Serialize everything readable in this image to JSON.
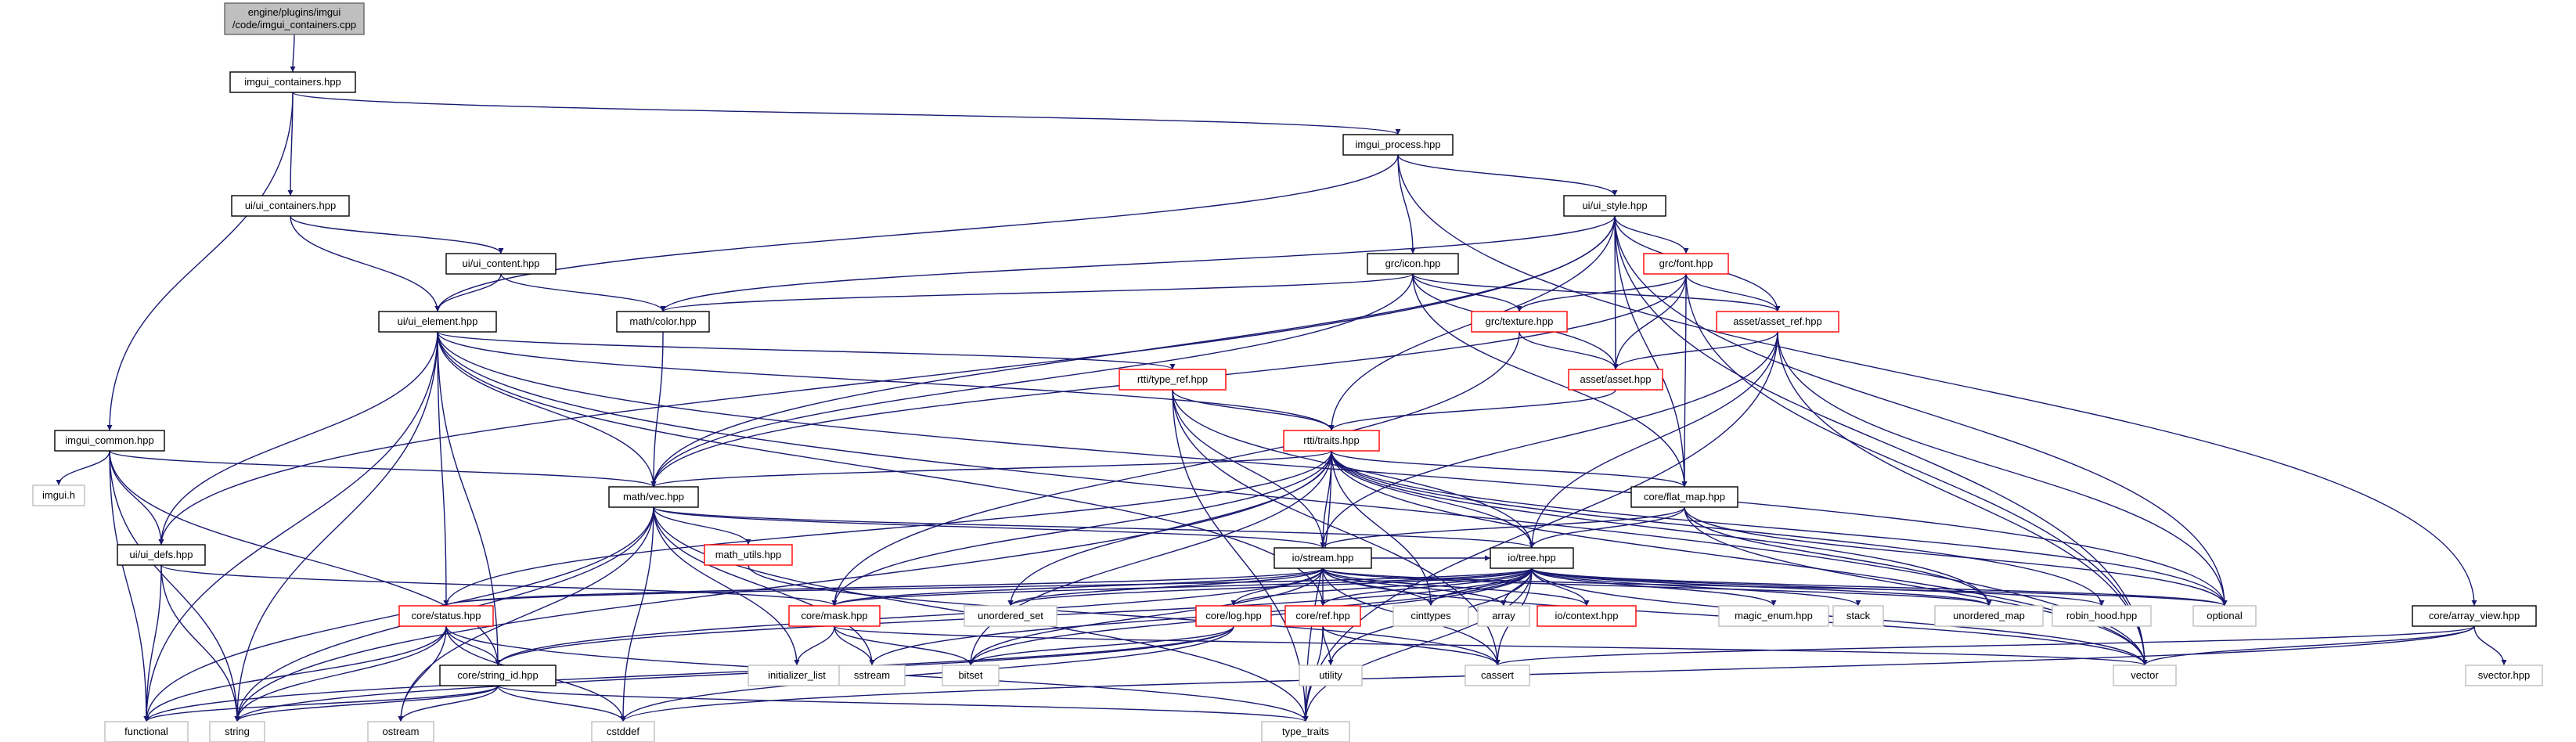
{
  "graph": {
    "nodes": [
      {
        "id": "root",
        "lines": [
          "engine/plugins/imgui",
          "/code/imgui_containers.cpp"
        ],
        "style": "root"
      },
      {
        "id": "imgui_containers",
        "lines": [
          "imgui_containers.hpp"
        ],
        "style": "normal"
      },
      {
        "id": "imgui_process",
        "lines": [
          "imgui_process.hpp"
        ],
        "style": "normal"
      },
      {
        "id": "ui_containers",
        "lines": [
          "ui/ui_containers.hpp"
        ],
        "style": "normal"
      },
      {
        "id": "ui_style",
        "lines": [
          "ui/ui_style.hpp"
        ],
        "style": "normal"
      },
      {
        "id": "ui_content",
        "lines": [
          "ui/ui_content.hpp"
        ],
        "style": "normal"
      },
      {
        "id": "grc_icon",
        "lines": [
          "grc/icon.hpp"
        ],
        "style": "normal"
      },
      {
        "id": "grc_font",
        "lines": [
          "grc/font.hpp"
        ],
        "style": "red"
      },
      {
        "id": "ui_element",
        "lines": [
          "ui/ui_element.hpp"
        ],
        "style": "normal"
      },
      {
        "id": "math_color",
        "lines": [
          "math/color.hpp"
        ],
        "style": "normal"
      },
      {
        "id": "grc_texture",
        "lines": [
          "grc/texture.hpp"
        ],
        "style": "red"
      },
      {
        "id": "asset_ref",
        "lines": [
          "asset/asset_ref.hpp"
        ],
        "style": "red"
      },
      {
        "id": "asset",
        "lines": [
          "asset/asset.hpp"
        ],
        "style": "red"
      },
      {
        "id": "rtti_type_ref",
        "lines": [
          "rtti/type_ref.hpp"
        ],
        "style": "red"
      },
      {
        "id": "imgui_common",
        "lines": [
          "imgui_common.hpp"
        ],
        "style": "normal"
      },
      {
        "id": "rtti_traits",
        "lines": [
          "rtti/traits.hpp"
        ],
        "style": "red"
      },
      {
        "id": "imgui_h",
        "lines": [
          "imgui.h"
        ],
        "style": "gray"
      },
      {
        "id": "math_vec",
        "lines": [
          "math/vec.hpp"
        ],
        "style": "normal"
      },
      {
        "id": "flat_map",
        "lines": [
          "core/flat_map.hpp"
        ],
        "style": "normal"
      },
      {
        "id": "ui_defs",
        "lines": [
          "ui/ui_defs.hpp"
        ],
        "style": "normal"
      },
      {
        "id": "math_utils",
        "lines": [
          "math_utils.hpp"
        ],
        "style": "red"
      },
      {
        "id": "io_stream",
        "lines": [
          "io/stream.hpp"
        ],
        "style": "normal"
      },
      {
        "id": "io_tree",
        "lines": [
          "io/tree.hpp"
        ],
        "style": "normal"
      },
      {
        "id": "core_status",
        "lines": [
          "core/status.hpp"
        ],
        "style": "red"
      },
      {
        "id": "core_mask",
        "lines": [
          "core/mask.hpp"
        ],
        "style": "red"
      },
      {
        "id": "unordered_set",
        "lines": [
          "unordered_set"
        ],
        "style": "gray"
      },
      {
        "id": "core_log",
        "lines": [
          "core/log.hpp"
        ],
        "style": "red"
      },
      {
        "id": "core_ref",
        "lines": [
          "core/ref.hpp"
        ],
        "style": "red"
      },
      {
        "id": "cinttypes",
        "lines": [
          "cinttypes"
        ],
        "style": "gray"
      },
      {
        "id": "array",
        "lines": [
          "array"
        ],
        "style": "gray"
      },
      {
        "id": "io_context",
        "lines": [
          "io/context.hpp"
        ],
        "style": "red"
      },
      {
        "id": "magic_enum",
        "lines": [
          "magic_enum.hpp"
        ],
        "style": "gray"
      },
      {
        "id": "stack",
        "lines": [
          "stack"
        ],
        "style": "gray"
      },
      {
        "id": "unordered_map",
        "lines": [
          "unordered_map"
        ],
        "style": "gray"
      },
      {
        "id": "robin_hood",
        "lines": [
          "robin_hood.hpp"
        ],
        "style": "gray"
      },
      {
        "id": "optional",
        "lines": [
          "optional"
        ],
        "style": "gray"
      },
      {
        "id": "core_array_view",
        "lines": [
          "core/array_view.hpp"
        ],
        "style": "normal"
      },
      {
        "id": "core_string_id",
        "lines": [
          "core/string_id.hpp"
        ],
        "style": "normal"
      },
      {
        "id": "initializer_list",
        "lines": [
          "initializer_list"
        ],
        "style": "gray"
      },
      {
        "id": "sstream",
        "lines": [
          "sstream"
        ],
        "style": "gray"
      },
      {
        "id": "bitset",
        "lines": [
          "bitset"
        ],
        "style": "gray"
      },
      {
        "id": "utility",
        "lines": [
          "utility"
        ],
        "style": "gray"
      },
      {
        "id": "cassert",
        "lines": [
          "cassert"
        ],
        "style": "gray"
      },
      {
        "id": "vector",
        "lines": [
          "vector"
        ],
        "style": "gray"
      },
      {
        "id": "svector",
        "lines": [
          "svector.hpp"
        ],
        "style": "gray"
      },
      {
        "id": "functional",
        "lines": [
          "functional"
        ],
        "style": "gray"
      },
      {
        "id": "string",
        "lines": [
          "string"
        ],
        "style": "gray"
      },
      {
        "id": "ostream",
        "lines": [
          "ostream"
        ],
        "style": "gray"
      },
      {
        "id": "cstddef",
        "lines": [
          "cstddef"
        ],
        "style": "gray"
      },
      {
        "id": "type_traits",
        "lines": [
          "type_traits"
        ],
        "style": "gray"
      }
    ],
    "edges": [
      [
        "root",
        "imgui_containers"
      ],
      [
        "imgui_containers",
        "imgui_process"
      ],
      [
        "imgui_containers",
        "ui_containers"
      ],
      [
        "imgui_containers",
        "imgui_common"
      ],
      [
        "imgui_process",
        "ui_style"
      ],
      [
        "imgui_process",
        "grc_icon"
      ],
      [
        "imgui_process",
        "ui_element"
      ],
      [
        "imgui_process",
        "core_array_view"
      ],
      [
        "ui_containers",
        "ui_content"
      ],
      [
        "ui_containers",
        "ui_element"
      ],
      [
        "ui_content",
        "ui_element"
      ],
      [
        "ui_content",
        "math_color"
      ],
      [
        "ui_style",
        "grc_font"
      ],
      [
        "ui_style",
        "math_color"
      ],
      [
        "ui_style",
        "asset"
      ],
      [
        "ui_style",
        "asset_ref"
      ],
      [
        "ui_style",
        "rtti_traits"
      ],
      [
        "ui_style",
        "math_vec"
      ],
      [
        "ui_style",
        "ui_defs"
      ],
      [
        "ui_style",
        "flat_map"
      ],
      [
        "ui_style",
        "optional"
      ],
      [
        "ui_style",
        "vector"
      ],
      [
        "grc_icon",
        "math_color"
      ],
      [
        "grc_icon",
        "grc_texture"
      ],
      [
        "grc_icon",
        "asset_ref"
      ],
      [
        "grc_icon",
        "asset"
      ],
      [
        "grc_icon",
        "math_vec"
      ],
      [
        "grc_icon",
        "flat_map"
      ],
      [
        "grc_font",
        "grc_texture"
      ],
      [
        "grc_font",
        "asset_ref"
      ],
      [
        "grc_font",
        "asset"
      ],
      [
        "grc_font",
        "math_vec"
      ],
      [
        "grc_font",
        "flat_map"
      ],
      [
        "grc_font",
        "vector"
      ],
      [
        "grc_texture",
        "asset"
      ],
      [
        "grc_texture",
        "core_mask"
      ],
      [
        "asset_ref",
        "asset"
      ],
      [
        "asset_ref",
        "io_stream"
      ],
      [
        "asset_ref",
        "io_tree"
      ],
      [
        "asset_ref",
        "optional"
      ],
      [
        "asset_ref",
        "vector"
      ],
      [
        "asset_ref",
        "type_traits"
      ],
      [
        "asset",
        "rtti_traits"
      ],
      [
        "ui_element",
        "math_vec"
      ],
      [
        "ui_element",
        "rtti_type_ref"
      ],
      [
        "ui_element",
        "rtti_traits"
      ],
      [
        "ui_element",
        "ui_defs"
      ],
      [
        "ui_element",
        "core_status"
      ],
      [
        "ui_element",
        "core_ref"
      ],
      [
        "ui_element",
        "core_string_id"
      ],
      [
        "ui_element",
        "string"
      ],
      [
        "ui_element",
        "functional"
      ],
      [
        "ui_element",
        "optional"
      ],
      [
        "ui_element",
        "vector"
      ],
      [
        "math_color",
        "math_vec"
      ],
      [
        "rtti_type_ref",
        "rtti_traits"
      ],
      [
        "rtti_type_ref",
        "io_stream"
      ],
      [
        "rtti_type_ref",
        "io_tree"
      ],
      [
        "rtti_type_ref",
        "cassert"
      ],
      [
        "rtti_type_ref",
        "type_traits"
      ],
      [
        "rtti_traits",
        "math_vec"
      ],
      [
        "rtti_traits",
        "flat_map"
      ],
      [
        "rtti_traits",
        "io_stream"
      ],
      [
        "rtti_traits",
        "io_tree"
      ],
      [
        "rtti_traits",
        "core_status"
      ],
      [
        "rtti_traits",
        "core_mask"
      ],
      [
        "rtti_traits",
        "unordered_set"
      ],
      [
        "rtti_traits",
        "cinttypes"
      ],
      [
        "rtti_traits",
        "unordered_map"
      ],
      [
        "rtti_traits",
        "robin_hood"
      ],
      [
        "rtti_traits",
        "optional"
      ],
      [
        "rtti_traits",
        "vector"
      ],
      [
        "rtti_traits",
        "bitset"
      ],
      [
        "rtti_traits",
        "string"
      ],
      [
        "rtti_traits",
        "type_traits"
      ],
      [
        "imgui_common",
        "imgui_h"
      ],
      [
        "imgui_common",
        "math_vec"
      ],
      [
        "imgui_common",
        "ui_defs"
      ],
      [
        "imgui_common",
        "core_string_id"
      ],
      [
        "imgui_common",
        "string"
      ],
      [
        "imgui_common",
        "functional"
      ],
      [
        "math_vec",
        "math_utils"
      ],
      [
        "math_vec",
        "io_stream"
      ],
      [
        "math_vec",
        "io_tree"
      ],
      [
        "math_vec",
        "initializer_list"
      ],
      [
        "math_vec",
        "cstddef"
      ],
      [
        "math_vec",
        "ostream"
      ],
      [
        "math_vec",
        "sstream"
      ],
      [
        "math_vec",
        "functional"
      ],
      [
        "math_vec",
        "string"
      ],
      [
        "math_vec",
        "type_traits"
      ],
      [
        "math_utils",
        "cassert"
      ],
      [
        "flat_map",
        "io_stream"
      ],
      [
        "flat_map",
        "io_tree"
      ],
      [
        "flat_map",
        "optional"
      ],
      [
        "flat_map",
        "vector"
      ],
      [
        "flat_map",
        "unordered_map"
      ],
      [
        "ui_defs",
        "core_mask"
      ],
      [
        "ui_defs",
        "string"
      ],
      [
        "ui_defs",
        "functional"
      ],
      [
        "io_stream",
        "io_tree"
      ],
      [
        "io_stream",
        "core_status"
      ],
      [
        "io_stream",
        "core_mask"
      ],
      [
        "io_stream",
        "unordered_set"
      ],
      [
        "io_stream",
        "core_log"
      ],
      [
        "io_stream",
        "core_ref"
      ],
      [
        "io_stream",
        "cinttypes"
      ],
      [
        "io_stream",
        "array"
      ],
      [
        "io_stream",
        "io_context"
      ],
      [
        "io_stream",
        "unordered_map"
      ],
      [
        "io_stream",
        "optional"
      ],
      [
        "io_stream",
        "bitset"
      ],
      [
        "io_stream",
        "cassert"
      ],
      [
        "io_stream",
        "vector"
      ],
      [
        "io_stream",
        "core_string_id"
      ],
      [
        "io_tree",
        "core_status"
      ],
      [
        "io_tree",
        "core_mask"
      ],
      [
        "io_tree",
        "unordered_set"
      ],
      [
        "io_tree",
        "core_log"
      ],
      [
        "io_tree",
        "core_ref"
      ],
      [
        "io_tree",
        "cinttypes"
      ],
      [
        "io_tree",
        "array"
      ],
      [
        "io_tree",
        "io_context"
      ],
      [
        "io_tree",
        "magic_enum"
      ],
      [
        "io_tree",
        "stack"
      ],
      [
        "io_tree",
        "unordered_map"
      ],
      [
        "io_tree",
        "robin_hood"
      ],
      [
        "io_tree",
        "optional"
      ],
      [
        "io_tree",
        "utility"
      ],
      [
        "io_tree",
        "cassert"
      ],
      [
        "io_tree",
        "vector"
      ],
      [
        "io_tree",
        "bitset"
      ],
      [
        "io_tree",
        "sstream"
      ],
      [
        "io_tree",
        "type_traits"
      ],
      [
        "io_tree",
        "core_string_id"
      ],
      [
        "core_status",
        "core_string_id"
      ],
      [
        "core_status",
        "functional"
      ],
      [
        "core_status",
        "string"
      ],
      [
        "core_status",
        "ostream"
      ],
      [
        "core_status",
        "cstddef"
      ],
      [
        "core_status",
        "type_traits"
      ],
      [
        "core_mask",
        "initializer_list"
      ],
      [
        "core_mask",
        "sstream"
      ],
      [
        "core_mask",
        "bitset"
      ],
      [
        "core_mask",
        "vector"
      ],
      [
        "core_log",
        "functional"
      ],
      [
        "core_log",
        "string"
      ],
      [
        "core_log",
        "cstddef"
      ],
      [
        "core_log",
        "bitset"
      ],
      [
        "core_ref",
        "utility"
      ],
      [
        "core_ref",
        "cassert"
      ],
      [
        "core_ref",
        "type_traits"
      ],
      [
        "core_array_view",
        "cassert"
      ],
      [
        "core_array_view",
        "vector"
      ],
      [
        "core_array_view",
        "svector"
      ],
      [
        "core_array_view",
        "cstddef"
      ],
      [
        "core_string_id",
        "string"
      ],
      [
        "core_string_id",
        "ostream"
      ],
      [
        "core_string_id",
        "cstddef"
      ],
      [
        "core_string_id",
        "functional"
      ],
      [
        "core_string_id",
        "type_traits"
      ]
    ]
  },
  "colors": {
    "edge": "#191970",
    "red_border": "#ff0000",
    "gray_border": "#bfbfbf",
    "root_fill": "#bfbfbf"
  }
}
